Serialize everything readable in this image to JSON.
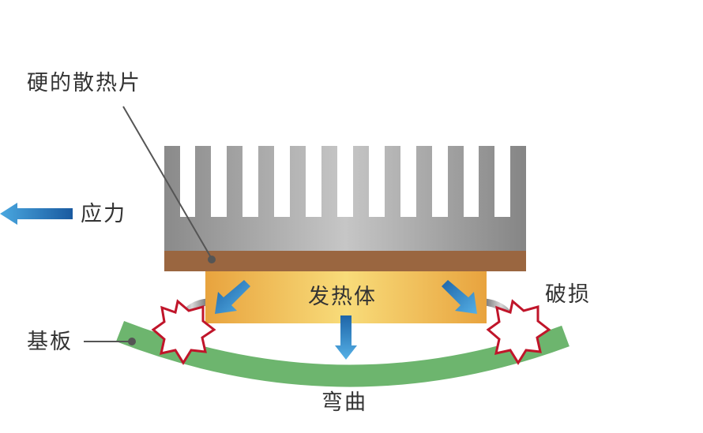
{
  "labels": {
    "heatsink": "硬的散热片",
    "stress": "应力",
    "heat_source": "发热体",
    "damage": "破损",
    "substrate": "基板",
    "bending": "弯曲"
  },
  "colors": {
    "heatsink_dark": "#8a8a8a",
    "heatsink_light": "#c4c4c4",
    "copper_base": "#9a6640",
    "heat_source_top": "#f7d36b",
    "heat_source_edge": "#e8a33e",
    "substrate": "#6db56e",
    "arrow_light": "#4aa3dc",
    "arrow_dark": "#1e65a8",
    "burst_stroke": "#c0152a",
    "leader_line": "#555555"
  }
}
